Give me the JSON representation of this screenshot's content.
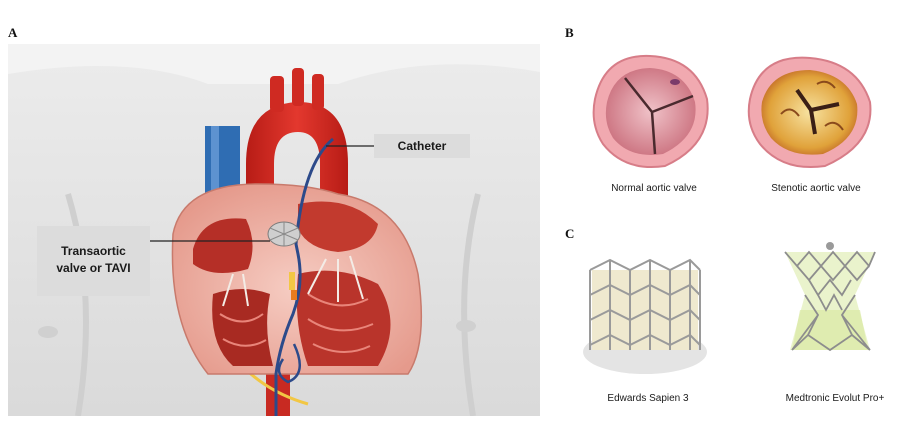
{
  "panels": {
    "a": {
      "letter": "A",
      "callouts": {
        "catheter": "Catheter",
        "valve_line1": "Transaortic",
        "valve_line2": "valve or TAVI"
      }
    },
    "b": {
      "letter": "B",
      "captions": {
        "normal": "Normal aortic valve",
        "stenotic": "Stenotic aortic valve"
      }
    },
    "c": {
      "letter": "C",
      "captions": {
        "edwards": "Edwards Sapien 3",
        "medtronic": "Medtronic Evolut Pro+"
      }
    }
  },
  "colors": {
    "aorta_red": "#d7261e",
    "vena_cava_blue": "#2f6db3",
    "myocardium_pink": "#f2b4a8",
    "muscle_red": "#b8352c",
    "torso_gray": "#e3e3e3",
    "callout_gray": "#dcdcdc",
    "stent_metal": "#9a9a9a",
    "valve_cream": "#efe9cf",
    "evolut_green": "#d9e9a2"
  }
}
